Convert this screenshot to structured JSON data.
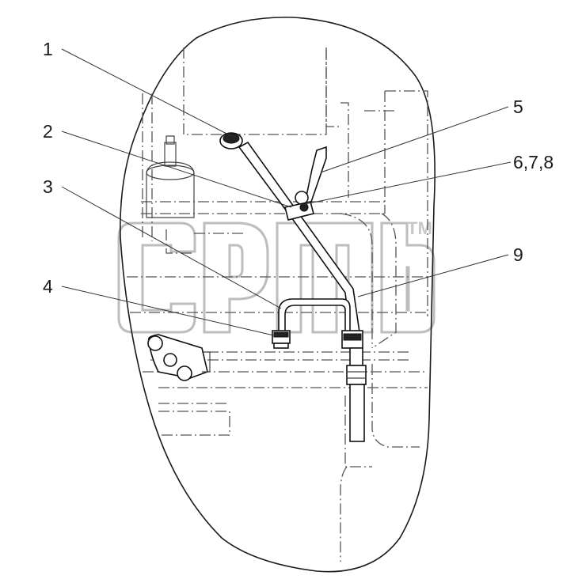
{
  "callouts": [
    {
      "id": "c1",
      "label": "1"
    },
    {
      "id": "c2",
      "label": "2"
    },
    {
      "id": "c3",
      "label": "3"
    },
    {
      "id": "c4",
      "label": "4"
    },
    {
      "id": "c5",
      "label": "5"
    },
    {
      "id": "c678",
      "label": "6,7,8"
    },
    {
      "id": "c9",
      "label": "9"
    }
  ],
  "watermark": {
    "trademark": "TM"
  }
}
